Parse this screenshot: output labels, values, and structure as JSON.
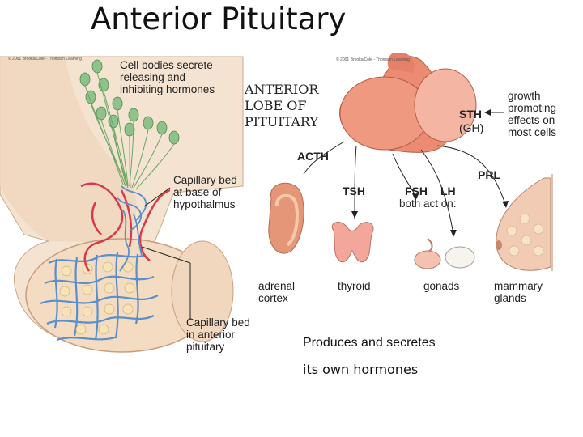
{
  "title": "Anterior Pituitary",
  "copyright_left": "© 2001 Brooks/Cole - Thomson Learning",
  "copyright_right": "© 2001 Brooks/Cole - Thomson Learning",
  "labels": {
    "cell_bodies": [
      "Cell bodies secrete",
      "releasing and",
      "inhibiting hormones"
    ],
    "capillary_bed_hypo": [
      "Capillary bed",
      "at base of",
      "hypothalmus"
    ],
    "capillary_bed_ant": [
      "Capillary bed",
      "in anterior",
      "pituitary"
    ],
    "anterior_lobe": [
      "ANTERIOR",
      "LOBE OF",
      "PITUITARY"
    ],
    "sth": "STH",
    "gh": "(GH)",
    "growth_effects": [
      "growth",
      "promoting",
      "effects on",
      "most cells"
    ],
    "acth": "ACTH",
    "prl": "PRL",
    "tsh": "TSH",
    "fsh": "FSH",
    "lh": "LH",
    "both_act_on": "both act on:",
    "adrenal": [
      "adrenal",
      "cortex"
    ],
    "thyroid": "thyroid",
    "gonads": "gonads",
    "mammary": [
      "mammary",
      "glands"
    ]
  },
  "captions": {
    "produces": "Produces and secretes",
    "own_hormones": "its own hormones"
  },
  "colors": {
    "tissue": "#f2dcc4",
    "lobe": "#e8826a",
    "capillary_red": "#d8384a",
    "capillary_blue": "#5a8fc9",
    "neuron_green": "#8ec28a"
  }
}
